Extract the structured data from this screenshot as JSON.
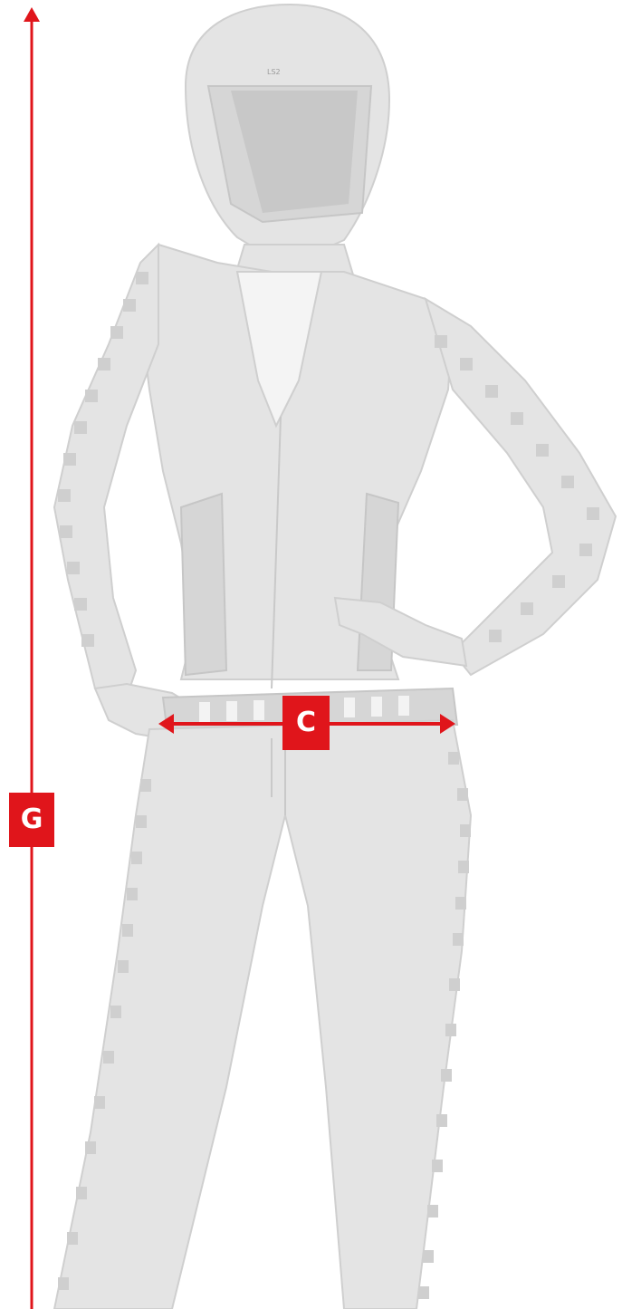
{
  "accent_color": "#e0151b",
  "measurements": {
    "height_label": "G",
    "waist_label": "C"
  },
  "figure": {
    "helmet_brand": "LS2"
  }
}
